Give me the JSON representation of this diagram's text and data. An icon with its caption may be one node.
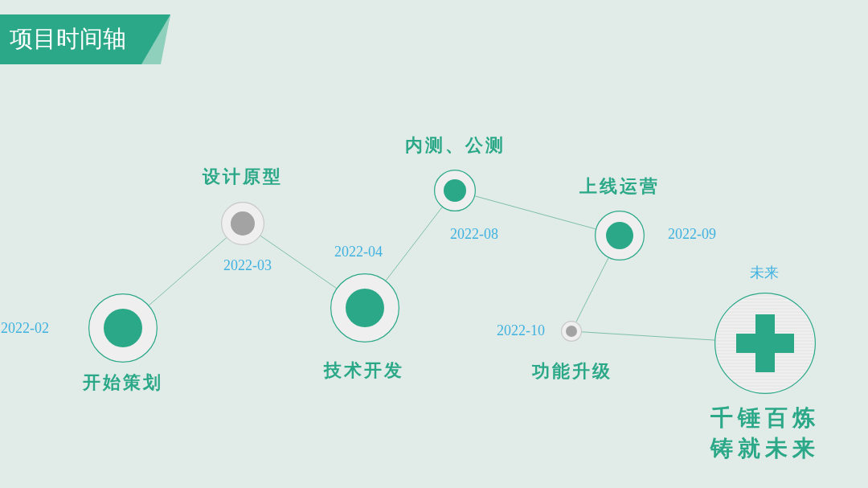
{
  "diagram": {
    "title": "项目时间轴",
    "nodes": [
      {
        "text": [
          "开始策划"
        ],
        "beside": [
          "2022-02"
        ]
      },
      {
        "text": [
          "设计原型"
        ],
        "beside": [
          "2022-03"
        ]
      },
      {
        "text": [
          "技术开发"
        ],
        "beside": [
          "2022-04"
        ]
      },
      {
        "text": [
          "内测、公测"
        ],
        "beside": [
          "2022-08"
        ]
      },
      {
        "text": [
          "上线运营"
        ],
        "beside": [
          "2022-09"
        ]
      },
      {
        "text": [
          "功能升级"
        ],
        "beside": [
          "2022-10"
        ]
      },
      {
        "text": [
          "千锤百炼铸就未来"
        ],
        "beside": [
          "未来"
        ]
      }
    ],
    "edges": [
      {
        "from": 0,
        "to": 1,
        "arrow": "none"
      },
      {
        "from": 1,
        "to": 2,
        "arrow": "none"
      },
      {
        "from": 2,
        "to": 3,
        "arrow": "none"
      },
      {
        "from": 3,
        "to": 4,
        "arrow": "none"
      },
      {
        "from": 4,
        "to": 5,
        "arrow": "none"
      },
      {
        "from": 5,
        "to": 6,
        "arrow": "none"
      }
    ]
  }
}
